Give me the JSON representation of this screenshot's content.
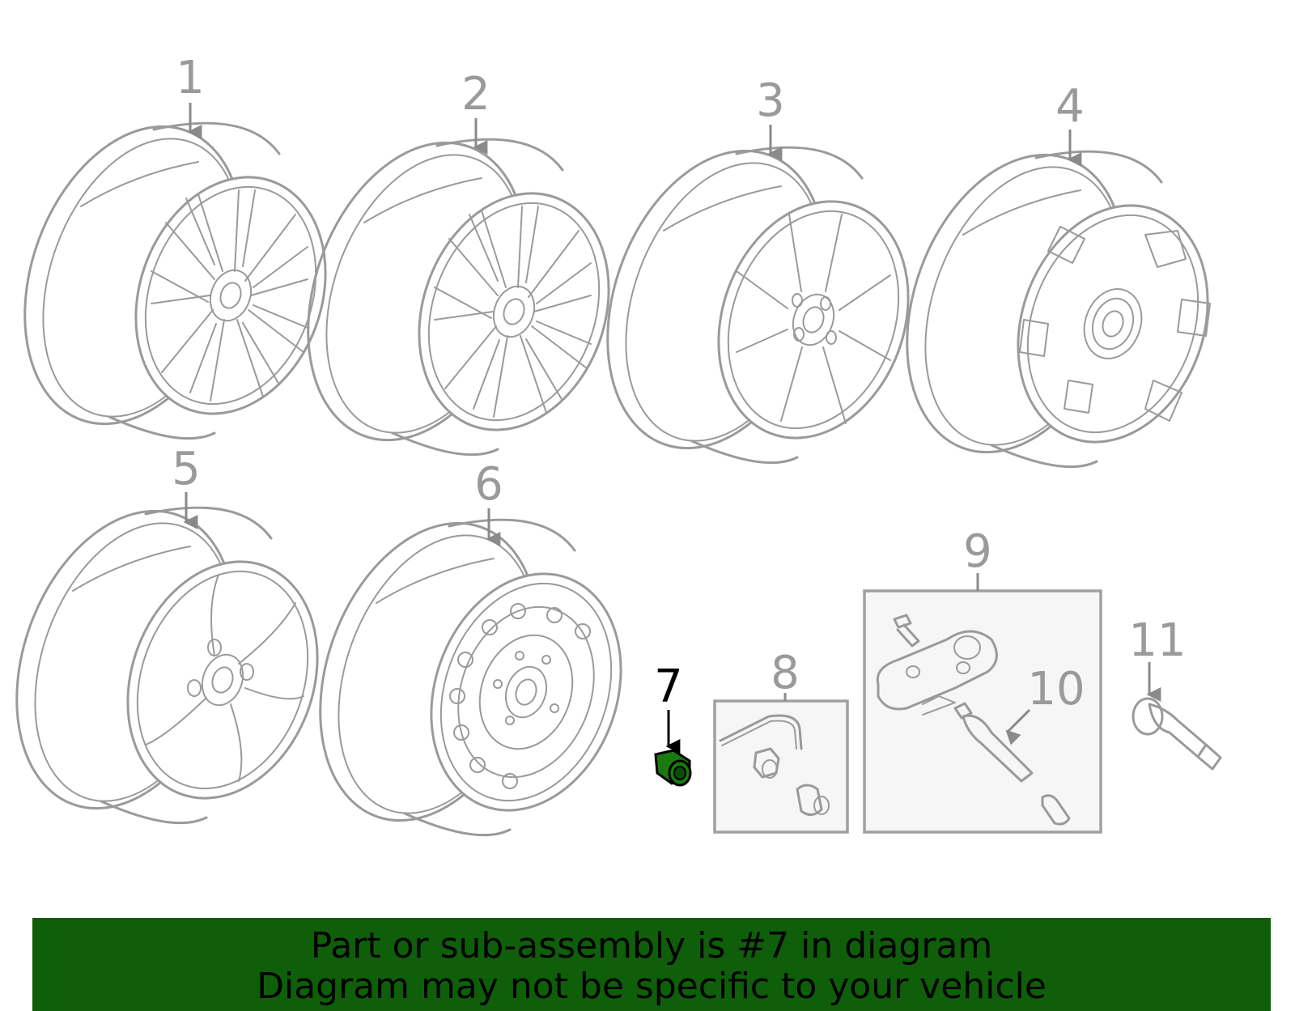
{
  "diagram": {
    "callouts": [
      "1",
      "2",
      "3",
      "4",
      "5",
      "6",
      "7",
      "8",
      "9",
      "10",
      "11"
    ],
    "highlighted_callout": "7",
    "highlight_color": "#1a7a10",
    "line_color": "#9a9a9a"
  },
  "banner": {
    "line1": "Part or sub-assembly is #7 in diagram",
    "line2": "Diagram may not be specific to your vehicle",
    "background": "#0f5e0a"
  }
}
